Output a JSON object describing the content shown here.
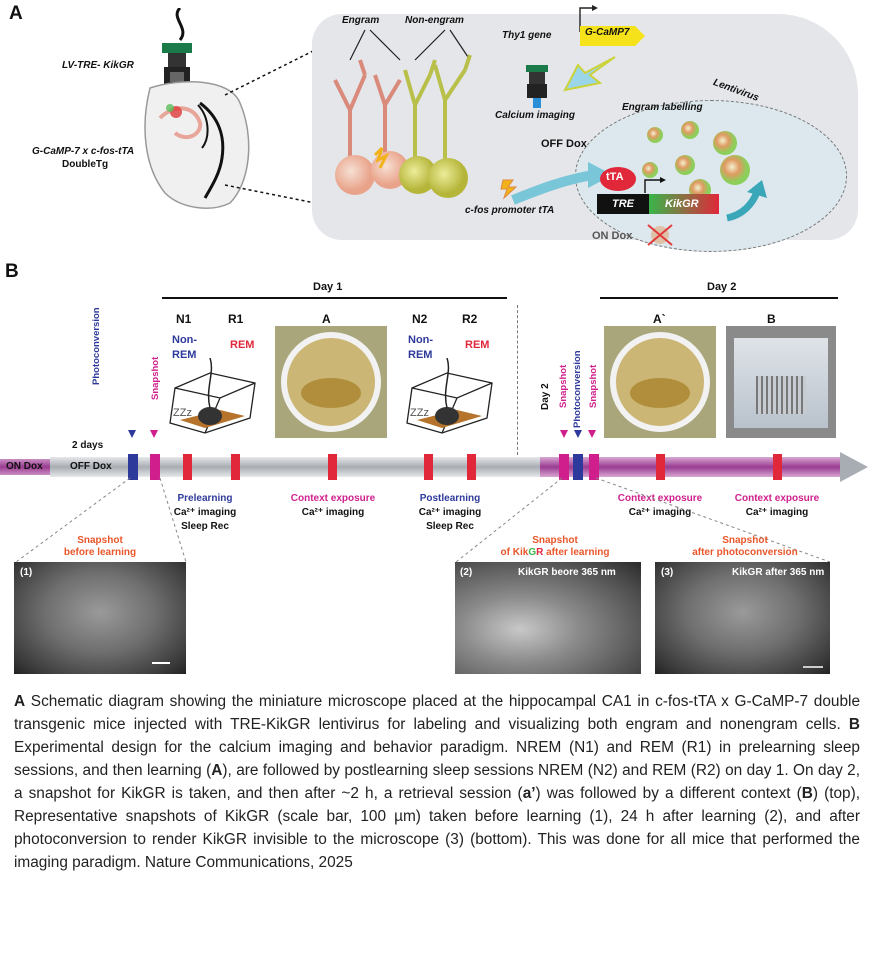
{
  "panelA": {
    "letter": "A",
    "lv_label": "LV-TRE- KikGR",
    "mouse_label_1": "G-CaMP-7 x c-fos-tTA",
    "mouse_label_2": "DoubleTg",
    "engram": "Engram",
    "non_engram": "Non-engram",
    "thy1": "Thy1 gene",
    "gcamp7": "G-CaMP7",
    "calcium_imaging": "Calcium imaging",
    "lentivirus": "Lentivirus",
    "engram_labelling": "Engram labelling",
    "off_dox": "OFF Dox",
    "tta": "tTA",
    "tre": "TRE",
    "kikgr": "KikGR",
    "on_dox": "ON Dox",
    "cfos": "c-fos promoter tTA"
  },
  "panelB": {
    "letter": "B",
    "day1": "Day 1",
    "day2": "Day 2",
    "day2_side": "Day 2",
    "n1": "N1",
    "r1": "R1",
    "a": "A",
    "n2": "N2",
    "r2": "R2",
    "a_prime": "A`",
    "b": "B",
    "non": "Non-",
    "rem_n": "REM",
    "rem": "REM",
    "photoconversion": "Photoconversion",
    "snapshot": "Snapshot",
    "two_days": "2 days",
    "on_dox": "ON Dox",
    "off_dox": "OFF Dox",
    "prelearning": "Prelearning",
    "postlearning": "Postlearning",
    "ca_imaging": "Ca²⁺ imaging",
    "sleep_rec": "Sleep Rec",
    "context_exposure": "Context exposure",
    "snap_before_1": "Snapshot",
    "snap_before_2": "before learning",
    "snap_after_1": "Snapshot",
    "snap_after_2a": "of Kik",
    "snap_after_2b": "G",
    "snap_after_2c": "R",
    "snap_after_2d": " after learning",
    "snap_pc_1": "Snapshot",
    "snap_pc_2": "after photoconversion",
    "img1": "(1)",
    "img2": "(2)",
    "img2_lbl": "KikGR beore 365 nm",
    "img3": "(3)",
    "img3_lbl": "KikGR after 365 nm"
  },
  "caption": {
    "p1": "A",
    "t1": " Schematic diagram showing the miniature microscope placed at the hippocampal CA1 in c-fos-tTA x G-CaMP-7 double transgenic mice injected with TRE-KikGR lentivirus for labeling and visualizing both engram and nonengram cells. ",
    "p2": "B",
    "t2": " Experimental design for the calcium imaging and behavior paradigm. NREM (N1) and REM (R1) in prelearning sleep sessions, and then learning (",
    "p3": "A",
    "t3": "), are followed by postlearning sleep sessions NREM (N2) and REM (R2) on day 1. On day 2, a snapshot for KikGR is taken, and then after ~2 h, a retrieval session (",
    "p4": "a’",
    "t4": ") was followed by a different context (",
    "p5": "B",
    "t5": ") (top), Representative snapshots of KikGR (scale bar, 100 µm) taken before learning (1), 24 h after learning (2), and after photoconversion to render KikGR invisible to the microscope (3) (bottom). This was done for all mice that performed the imaging paradigm. Nature Communications, 2025"
  },
  "colors": {
    "nrem_blue": "#2e3a9b",
    "rem_red": "#e0283a",
    "snapshot_pink": "#d01f8c",
    "orange": "#e8562a",
    "timeline_grey": "#b8bcc2",
    "day2_purple": "#9b3c92"
  }
}
